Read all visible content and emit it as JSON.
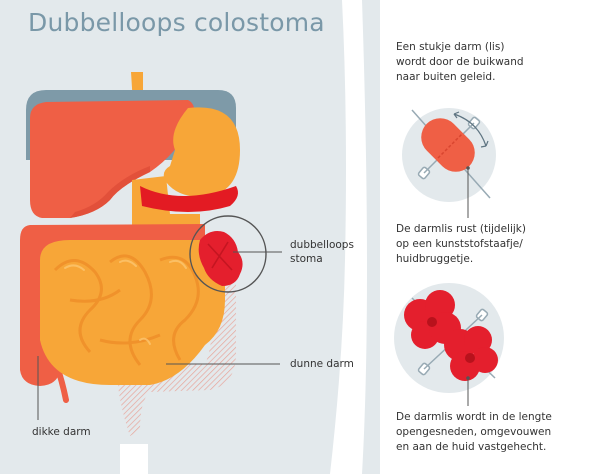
{
  "title": "Dubbelloops colostoma",
  "colors": {
    "title": "#7a98a8",
    "body_silhouette": "#e3e9ec",
    "liver": "#ef5f45",
    "stomach": "#f7a638",
    "intestine_small": "#f7a638",
    "intestine_large": "#ef5f45",
    "stoma": "#e41f2d",
    "diaphragm": "#7e9aa8",
    "pancreas": "#e31b23",
    "text": "#333333"
  },
  "labels": {
    "stoma": [
      "dubbelloops",
      "stoma"
    ],
    "small_intestine": "dunne darm",
    "large_intestine": "dikke darm"
  },
  "steps": [
    {
      "lines": [
        "Een stukje darm (lis)",
        "wordt door de buikwand",
        "naar buiten geleid."
      ]
    },
    {
      "lines": [
        "De darmlis rust (tijdelijk)",
        "op een kunststofstaafje/",
        "huidbruggetje."
      ]
    },
    {
      "lines": [
        "De darmlis wordt in de lengte",
        "opengesneden, omgevouwen",
        "en aan de huid vastgehecht."
      ]
    }
  ]
}
